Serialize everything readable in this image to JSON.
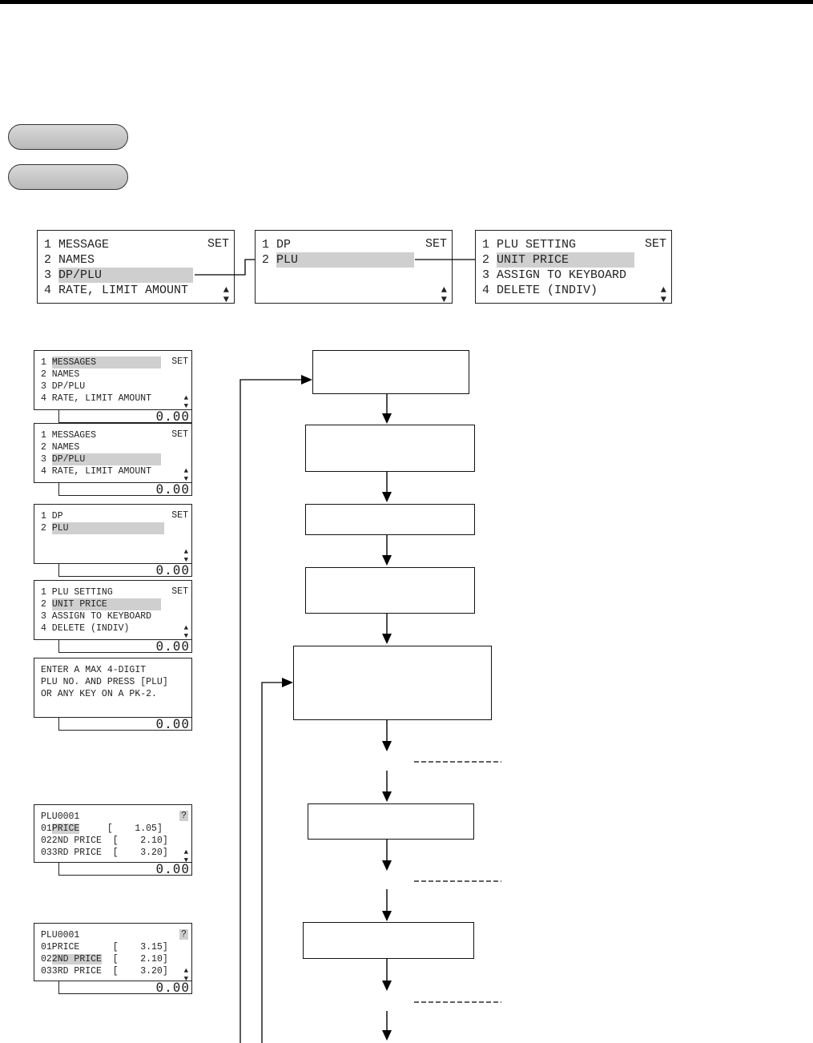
{
  "menus": {
    "program": {
      "items": [
        "1 MESSAGE",
        "2 NAMES",
        "3 ",
        "4 RATE, LIMIT AMOUNT"
      ],
      "selected": "DP/PLU",
      "set": "SET"
    },
    "dp_plu": {
      "items": [
        "1 DP",
        "2 "
      ],
      "selected": "PLU",
      "set": "SET"
    },
    "plu": {
      "items": [
        "1 PLU SETTING",
        "2 ",
        "3 ASSIGN TO KEYBOARD",
        "4 DELETE (INDIV)"
      ],
      "selected": "UNIT PRICE",
      "set": "SET"
    }
  },
  "lcd": {
    "amount": "0.00",
    "set": "SET",
    "s1": {
      "l1_num": "1 ",
      "l1_hl": "MESSAGES",
      "l2": "2 NAMES",
      "l3": "3 DP/PLU",
      "l4": "4 RATE, LIMIT AMOUNT"
    },
    "s2": {
      "l1": "1 MESSAGES",
      "l2": "2 NAMES",
      "l3_num": "3 ",
      "l3_hl": "DP/PLU",
      "l4": "4 RATE, LIMIT AMOUNT"
    },
    "s3": {
      "l1": "1 DP",
      "l2_num": "2 ",
      "l2_hl": "PLU"
    },
    "s4": {
      "l1": "1 PLU SETTING",
      "l2_num": "2 ",
      "l2_hl": "UNIT PRICE",
      "l3": "3 ASSIGN TO KEYBOARD",
      "l4": "4 DELETE (INDIV)"
    },
    "s5": {
      "l1": "ENTER A MAX 4-DIGIT",
      "l2": "PLU NO. AND PRESS [PLU]",
      "l3": "OR ANY KEY ON A PK-2."
    },
    "s6": {
      "title": "PLU0001",
      "q": "?",
      "r1_pre": "01",
      "r1_hl": "PRICE",
      "r1_post": "     [    1.05]",
      "r2": "022ND PRICE  [    2.10]",
      "r3": "033RD PRICE  [    3.20]"
    },
    "s7": {
      "title": "PLU0001",
      "q": "?",
      "r1": "01PRICE      [    3.15]",
      "r2_pre": "02",
      "r2_hl": "2ND PRICE",
      "r2_post": "  [    2.10]",
      "r3": "033RD PRICE  [    3.20]"
    }
  }
}
